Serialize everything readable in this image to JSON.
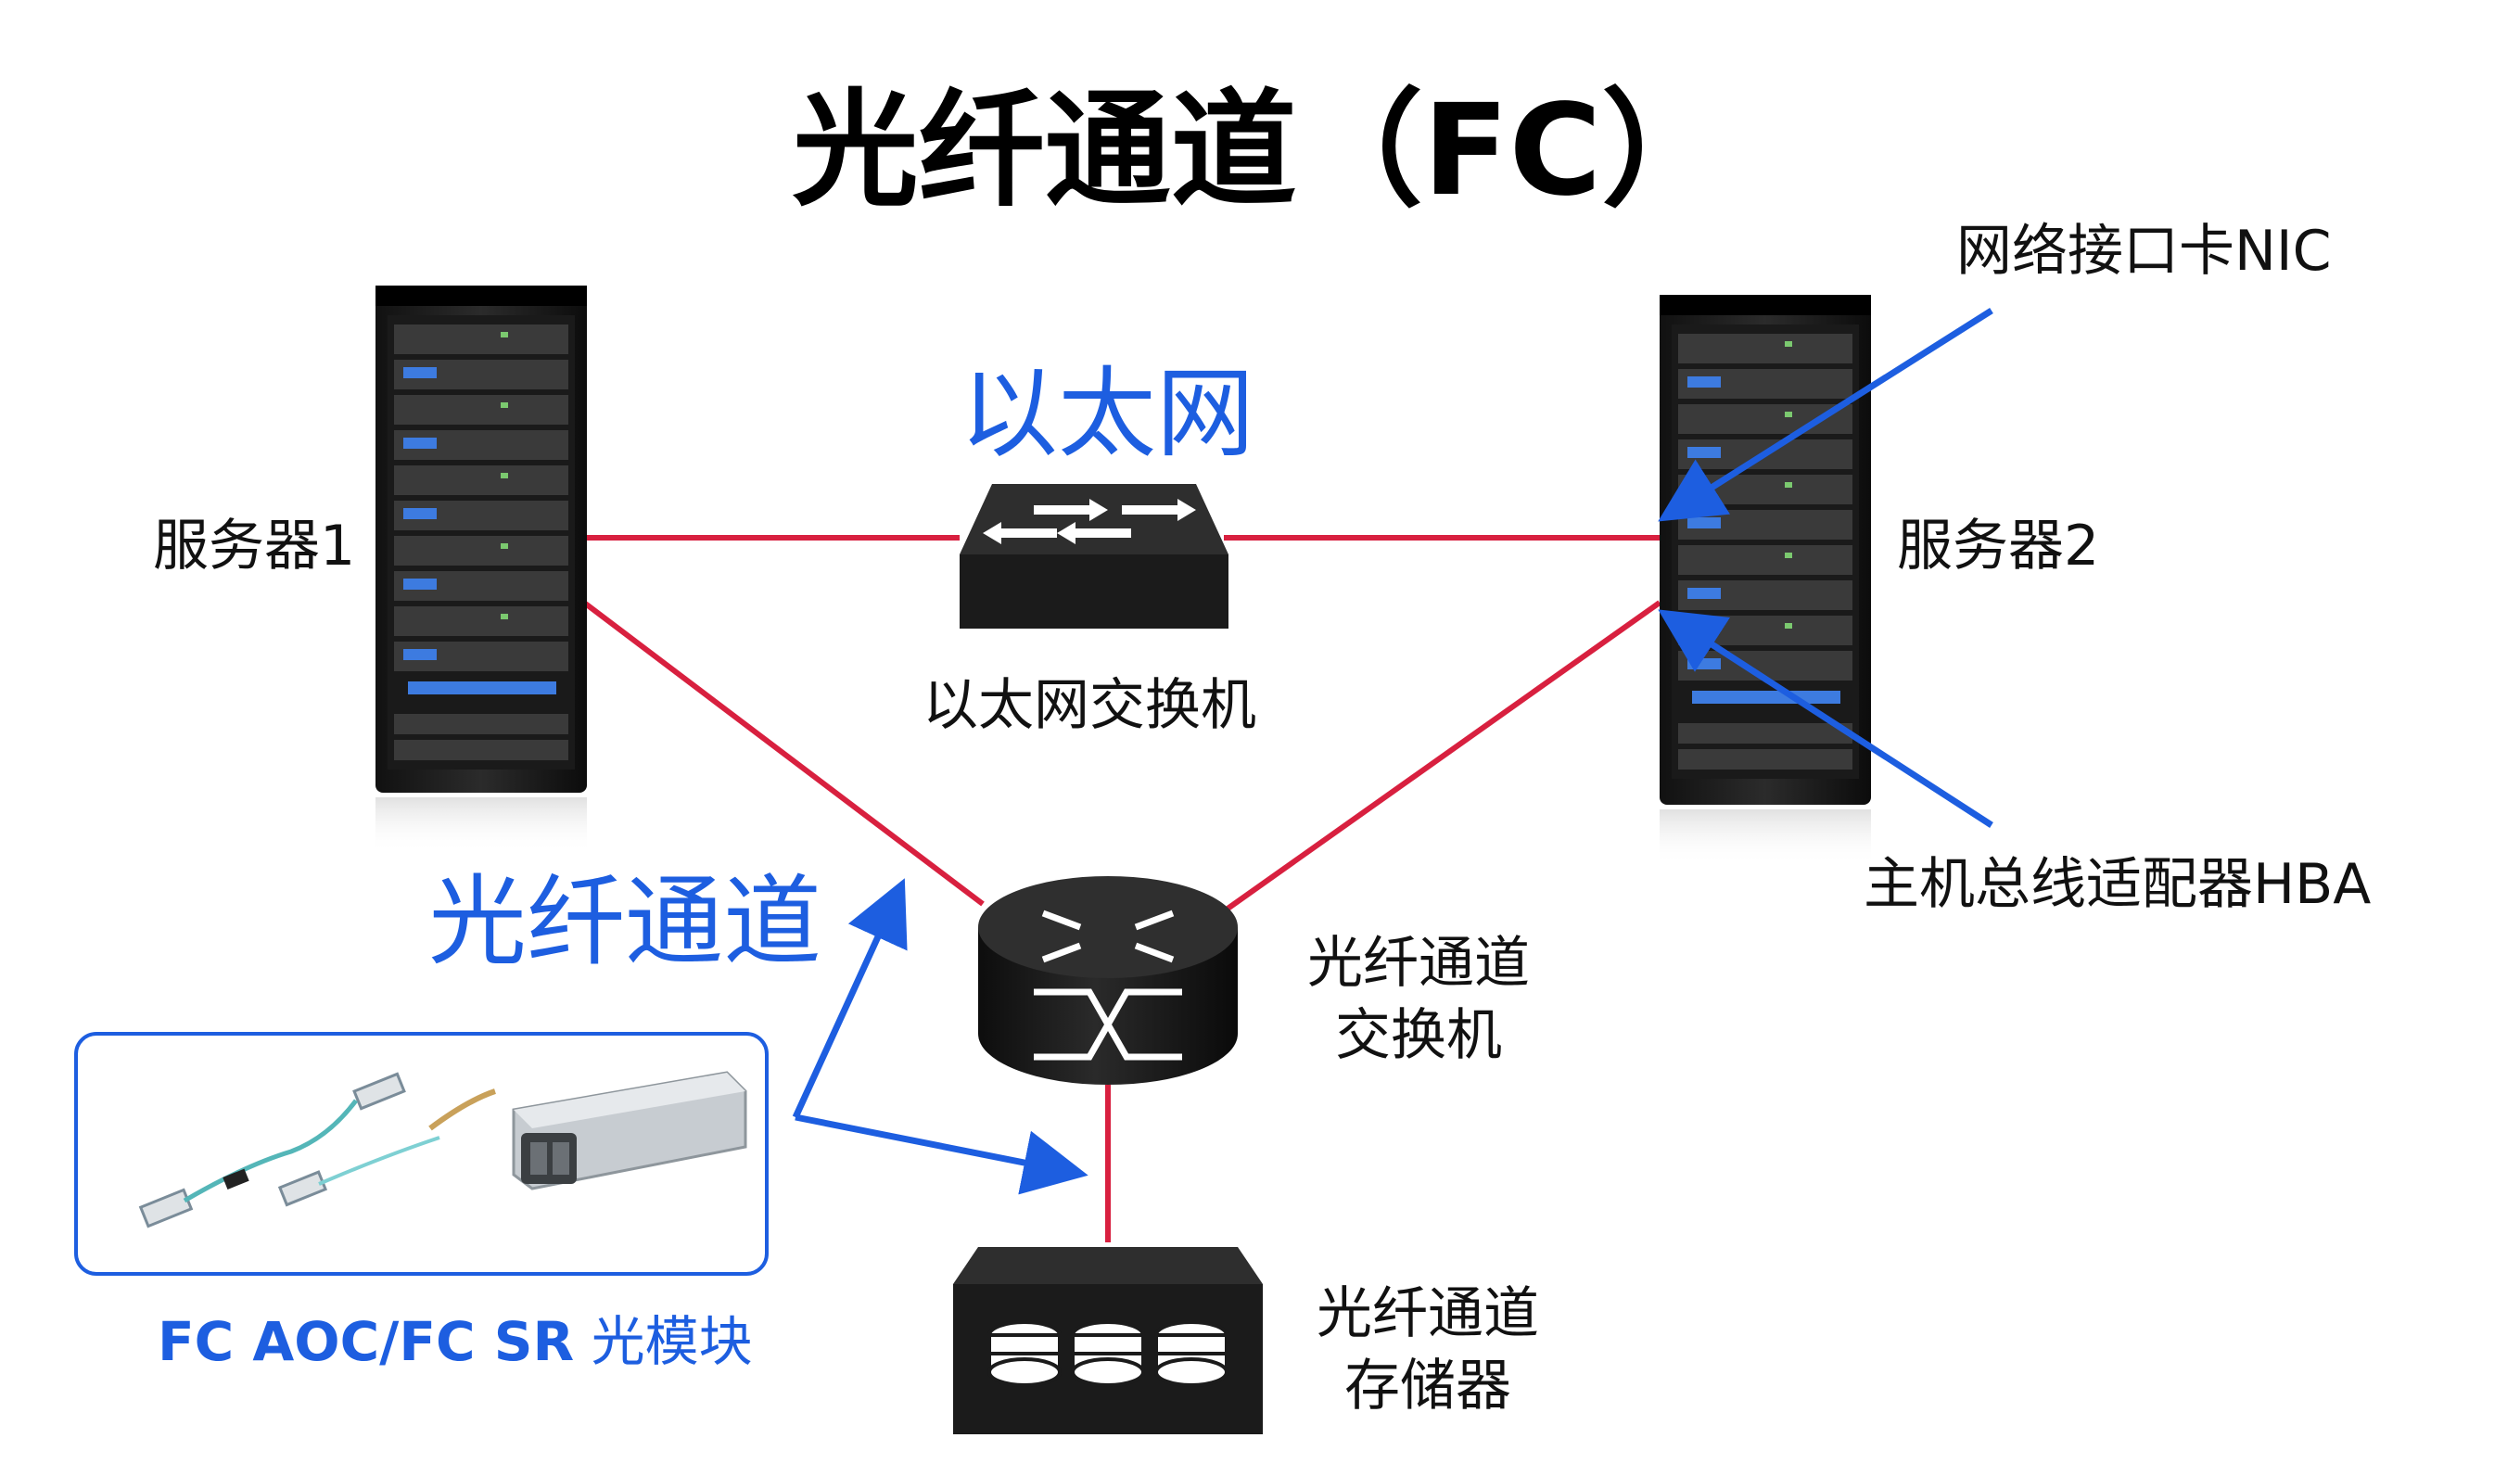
{
  "title": "光纤通道（FC）",
  "labels": {
    "server1": "服务器1",
    "server2": "服务器2",
    "ethernet": "以太网",
    "ethernet_switch": "以太网交换机",
    "fibre_channel": "光纤通道",
    "fc_switch_line1": "光纤通道",
    "fc_switch_line2": "交换机",
    "fc_storage_line1": "光纤通道",
    "fc_storage_line2": "存储器",
    "nic": "网络接口卡NIC",
    "hba": "主机总线适配器HBA",
    "module_caption_bold": "FC AOC/FC SR",
    "module_caption_rest": " 光模块"
  },
  "colors": {
    "link_red": "#d8203f",
    "accent_blue": "#1d5ee0",
    "device_black": "#1b1b1b"
  },
  "icons": [
    "server-rack-icon",
    "ethernet-switch-icon",
    "fc-switch-icon",
    "storage-icon",
    "optical-module-icon"
  ]
}
